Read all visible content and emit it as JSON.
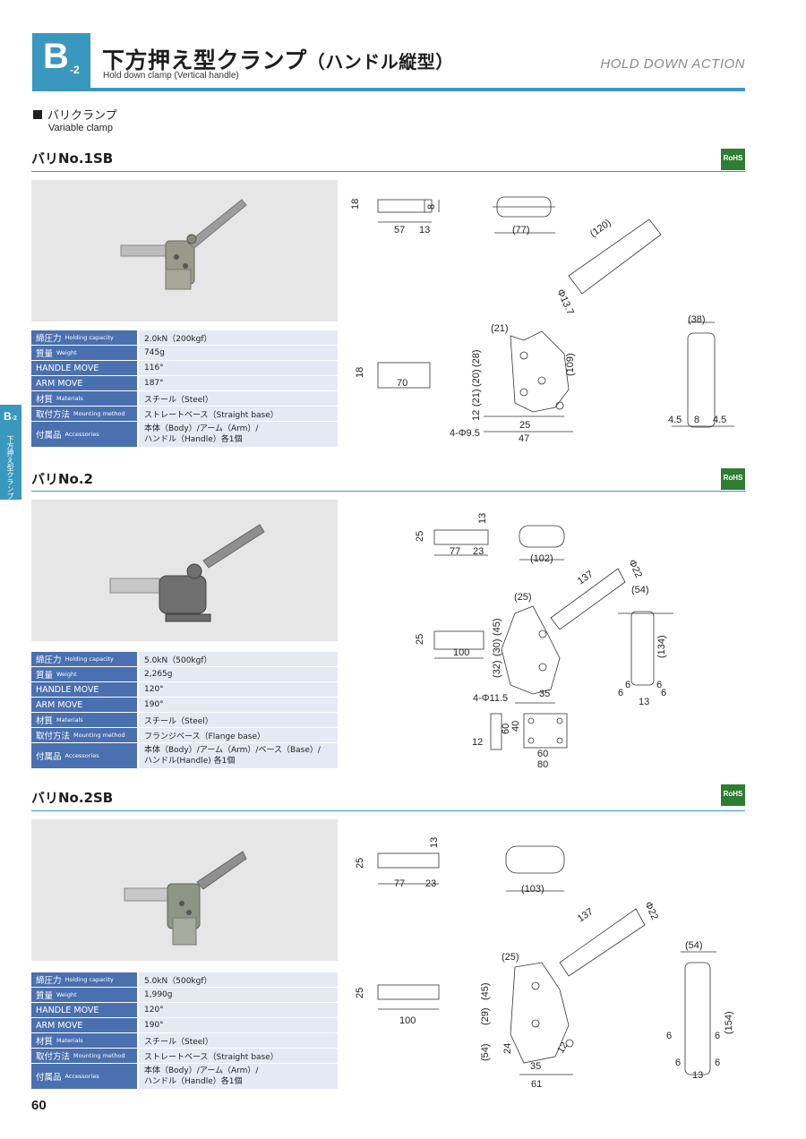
{
  "header": {
    "badge_letter": "B",
    "badge_num": "-2",
    "title": "下方押え型クランプ",
    "title_paren": "（ハンドル縦型）",
    "subtitle": "Hold down clamp (Vertical handle)",
    "right_label": "HOLD DOWN ACTION",
    "accent_color": "#3a97bd"
  },
  "category": {
    "title": "バリクランプ",
    "subtitle": "Variable clamp"
  },
  "side_tab": {
    "code": "B",
    "code_sub": "-2",
    "label": "下方押え型クランプ"
  },
  "rohs_label": "RoHS",
  "spec_labels": {
    "holding_capacity": "締圧力",
    "holding_capacity_en": "Holding capacity",
    "weight": "質量",
    "weight_en": "Weight",
    "handle_move": "HANDLE MOVE",
    "arm_move": "ARM MOVE",
    "materials": "材質",
    "materials_en": "Materials",
    "mounting": "取付方法",
    "mounting_en": "Mounting method",
    "accessories": "付属品",
    "accessories_en": "Accessories"
  },
  "products": [
    {
      "name": "バリNo.1SB",
      "holding_capacity": "2.0kN（200kgf）",
      "weight": "745g",
      "handle_move": "116°",
      "arm_move": "187°",
      "materials": "スチール（Steel）",
      "mounting": "ストレートベース（Straight base）",
      "accessories_1": "本体（Body）/アーム（Arm）/",
      "accessories_2": "ハンドル（Handle）各1個",
      "dims": {
        "a": "18",
        "b": "57",
        "c": "13",
        "d": "8",
        "e": "(77)",
        "f": "(120)",
        "g": "Φ13.7",
        "h": "18",
        "i": "70",
        "j": "(21)",
        "k": "(28)",
        "l": "(20)",
        "m": "(21)",
        "n": "12",
        "o": "(109)",
        "p": "25",
        "q": "47",
        "r": "4-Φ9.5",
        "s": "(38)",
        "t": "4.5",
        "u": "8",
        "v": "4.5"
      }
    },
    {
      "name": "バリNo.2",
      "holding_capacity": "5.0kN（500kgf）",
      "weight": "2,265g",
      "handle_move": "120°",
      "arm_move": "190°",
      "materials": "スチール（Steel）",
      "mounting": "フランジベース（Flange base）",
      "accessories_1": "本体（Body）/アーム（Arm）/ベース（Base）/",
      "accessories_2": "ハンドル(Handle) 各1個",
      "dims": {
        "a": "25",
        "b": "77",
        "c": "23",
        "d": "13",
        "e": "(102)",
        "f": "137",
        "g": "Φ22",
        "h": "25",
        "i": "100",
        "j": "(25)",
        "k": "(45)",
        "l": "(30)",
        "m": "(32)",
        "n": "4-Φ11.5",
        "o": "35",
        "p": "(54)",
        "q": "(134)",
        "r": "6",
        "s": "6",
        "t": "6",
        "u": "6",
        "v": "13",
        "w": "12",
        "x": "60",
        "y": "40",
        "z": "60",
        "aa": "80"
      }
    },
    {
      "name": "バリNo.2SB",
      "holding_capacity": "5.0kN（500kgf）",
      "weight": "1,990g",
      "handle_move": "120°",
      "arm_move": "190°",
      "materials": "スチール（Steel）",
      "mounting": "ストレートベース（Straight base）",
      "accessories_1": "本体（Body）/アーム（Arm）/",
      "accessories_2": "ハンドル（Handle）各1個",
      "dims": {
        "a": "25",
        "b": "77",
        "c": "23",
        "d": "13",
        "e": "(103)",
        "f": "137",
        "g": "Φ22",
        "h": "25",
        "i": "100",
        "j": "(25)",
        "k": "(45)",
        "l": "(29)",
        "m": "(54)",
        "n": "24",
        "o": "35",
        "p": "61",
        "q": "12",
        "r": "(54)",
        "s": "(154)",
        "t": "6",
        "u": "6",
        "v": "6",
        "w": "6",
        "x": "13"
      }
    }
  ],
  "page_number": "60"
}
